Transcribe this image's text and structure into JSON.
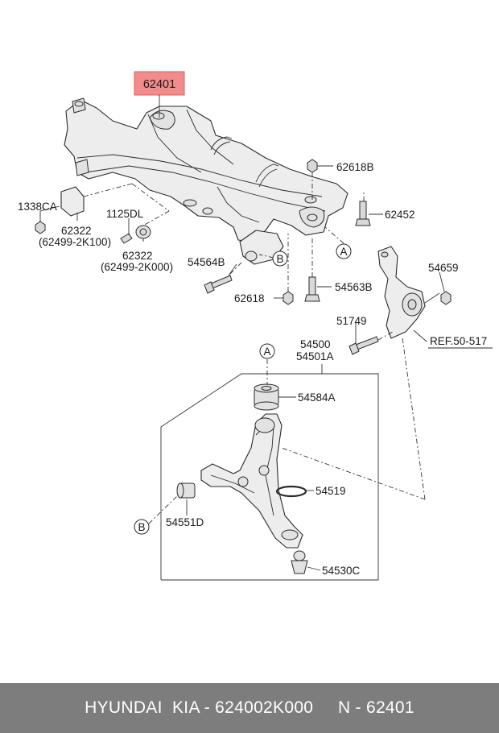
{
  "title_part": "62401",
  "labels": {
    "p62618B": "62618B",
    "p1338CA": "1338CA",
    "p62452": "62452",
    "p1125DL": "1125DL",
    "p62322a": "62322",
    "p62499a": "(62499-2K100)",
    "p62322b": "62322",
    "p62499b": "(62499-2K000)",
    "p54564B": "54564B",
    "p54659": "54659",
    "p62618": "62618",
    "p54563B": "54563B",
    "p51749": "51749",
    "ref": "REF.50-517",
    "p54500": "54500",
    "p54501A": "54501A",
    "p54584A": "54584A",
    "p54519": "54519",
    "p54551D": "54551D",
    "p54530C": "54530C"
  },
  "callouts": {
    "A_top": "A",
    "B_top": "B",
    "A_arm": "A",
    "B_arm": "B"
  },
  "footer": "HYUNDAI  KIA - 624002K000     N - 62401",
  "colors": {
    "highlight": "#f28b8b",
    "footer_bg": "#7d7d7d"
  }
}
